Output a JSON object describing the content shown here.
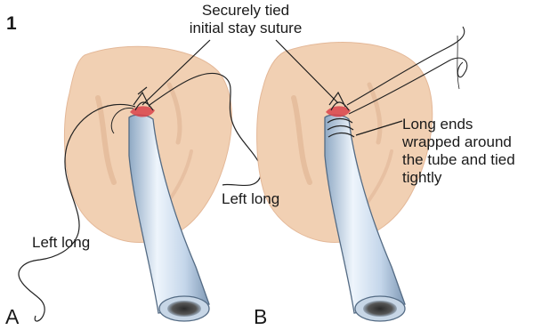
{
  "figure_number": "1",
  "callout_top": {
    "line1": "Securely tied",
    "line2": "initial stay suture"
  },
  "panel_a": {
    "letter": "A",
    "label_right": "Left long",
    "label_bottom": "Left long"
  },
  "panel_b": {
    "letter": "B",
    "label": {
      "line1": "Long ends",
      "line2": "wrapped around",
      "line3": "the tube and tied",
      "line4": "tightly"
    }
  },
  "colors": {
    "skin": "#f0cfb2",
    "skin_shade": "#e2b394",
    "tube_light": "#e3eef9",
    "tube_mid": "#b9cfe6",
    "tube_edge": "#5a7087",
    "suture": "#222222",
    "wound": "#d9434a"
  }
}
